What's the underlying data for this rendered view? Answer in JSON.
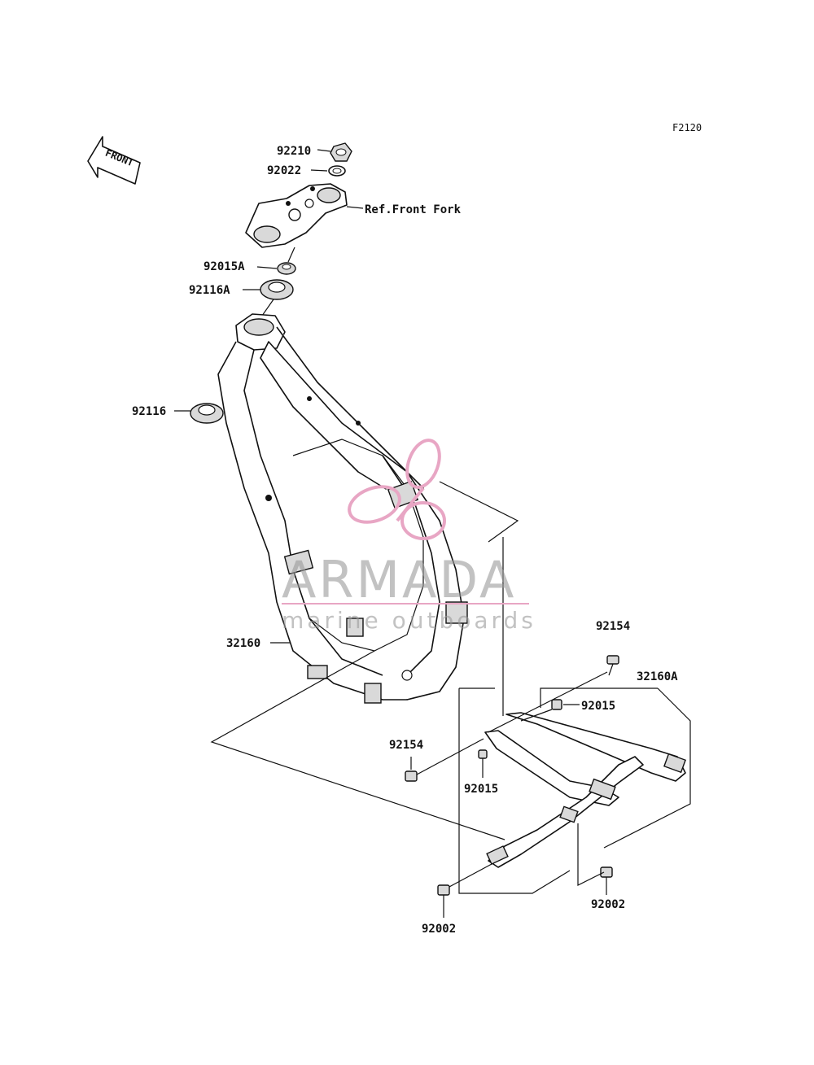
{
  "diagram_code": "F2120",
  "front_label": "FRONT",
  "reference": "Ref.Front Fork",
  "watermark": {
    "brand": "ARMADA",
    "tagline": "marine outboards",
    "color": "#e8a6c4"
  },
  "parts": [
    {
      "code": "92210"
    },
    {
      "code": "92022"
    },
    {
      "code": "92015A"
    },
    {
      "code": "92116A"
    },
    {
      "code": "92116"
    },
    {
      "code": "32160"
    },
    {
      "code": "92154"
    },
    {
      "code": "32160A"
    },
    {
      "code": "92015"
    },
    {
      "code": "92154"
    },
    {
      "code": "92015"
    },
    {
      "code": "92002"
    },
    {
      "code": "92002"
    }
  ]
}
